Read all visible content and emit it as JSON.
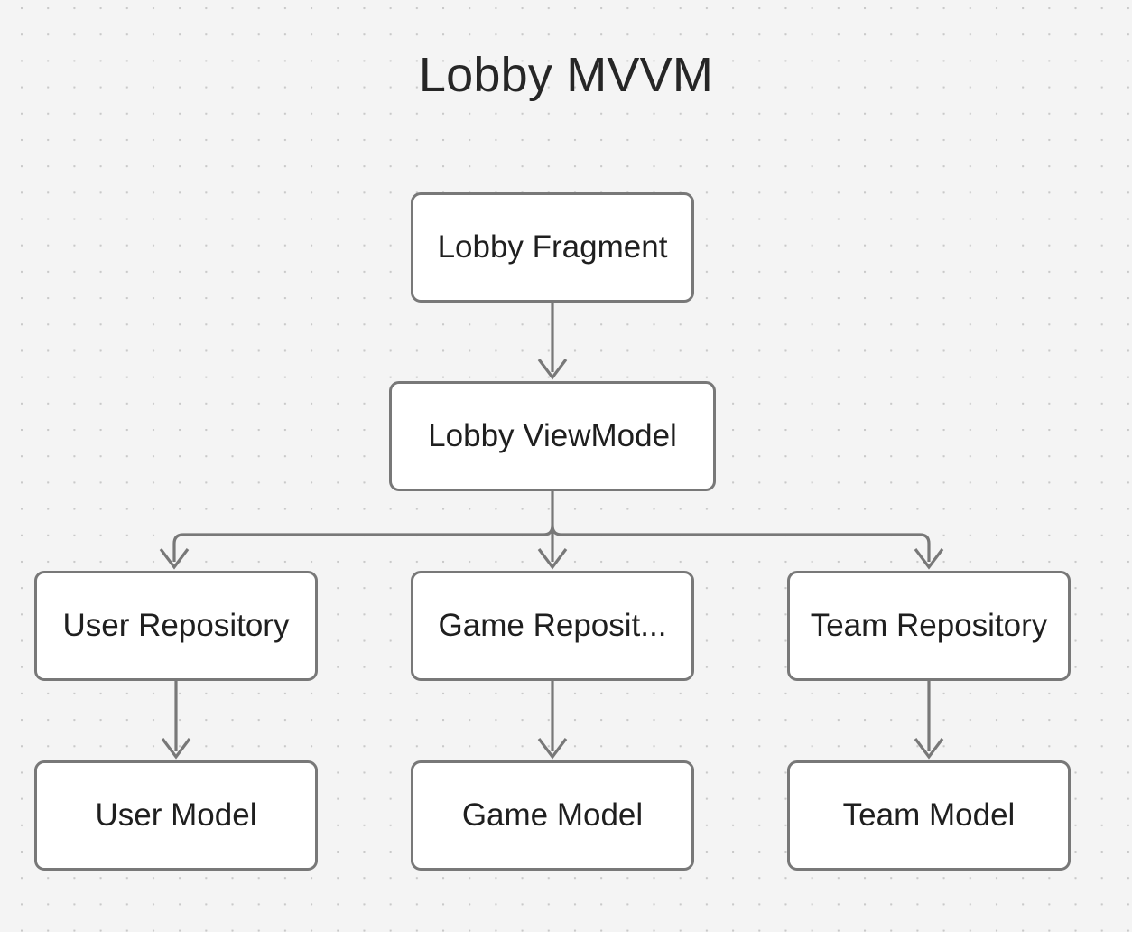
{
  "diagram": {
    "title": "Lobby MVVM",
    "background_color": "#f4f4f4",
    "node_fill": "#ffffff",
    "node_border_color": "#787878",
    "edge_color": "#787878",
    "text_color": "#1f1f1f",
    "nodes": [
      {
        "id": "lobby-fragment",
        "label": "Lobby Fragment"
      },
      {
        "id": "lobby-viewmodel",
        "label": "Lobby ViewModel"
      },
      {
        "id": "user-repository",
        "label": "User Repository"
      },
      {
        "id": "game-repository",
        "label": "Game Reposit..."
      },
      {
        "id": "team-repository",
        "label": "Team Repository"
      },
      {
        "id": "user-model",
        "label": "User Model"
      },
      {
        "id": "game-model",
        "label": "Game Model"
      },
      {
        "id": "team-model",
        "label": "Team Model"
      }
    ],
    "edges": [
      {
        "from": "lobby-fragment",
        "to": "lobby-viewmodel"
      },
      {
        "from": "lobby-viewmodel",
        "to": "user-repository"
      },
      {
        "from": "lobby-viewmodel",
        "to": "game-repository"
      },
      {
        "from": "lobby-viewmodel",
        "to": "team-repository"
      },
      {
        "from": "user-repository",
        "to": "user-model"
      },
      {
        "from": "game-repository",
        "to": "game-model"
      },
      {
        "from": "team-repository",
        "to": "team-model"
      }
    ]
  }
}
